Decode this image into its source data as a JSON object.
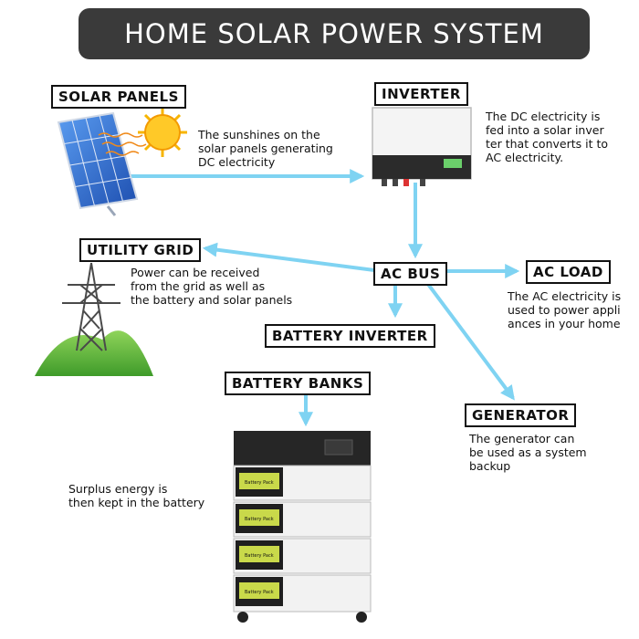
{
  "title": "HOME SOLAR POWER SYSTEM",
  "nodes": {
    "solar_panels": "SOLAR PANELS",
    "inverter": "INVERTER",
    "utility_grid": "UTILITY GRID",
    "ac_bus": "AC BUS",
    "ac_load": "AC LOAD",
    "battery_inverter": "BATTERY INVERTER",
    "battery_banks": "BATTERY BANKS",
    "generator": "GENERATOR"
  },
  "descriptions": {
    "solar": [
      "The sunshines on the",
      "solar panels generating",
      "DC electricity"
    ],
    "inverter": [
      "The DC electricity is",
      "fed into a solar inver",
      "ter that converts it to",
      "AC electricity."
    ],
    "grid": [
      "Power can be received",
      "from the grid as well as",
      "the battery and solar panels"
    ],
    "load": [
      "The AC electricity is",
      "used to power appli",
      "ances in your home"
    ],
    "generator": [
      "The generator can",
      "be used as a system",
      "backup"
    ],
    "battery": [
      "Surplus energy is",
      "then kept in the battery"
    ]
  },
  "battery_pack_label": "Battery Pack",
  "colors": {
    "arrow": "#7fd3f2",
    "title_bg": "#3a3a3a",
    "panel_blue": "#2f6fd6",
    "sun": "#f7b500",
    "grass": "#5cb83a"
  }
}
